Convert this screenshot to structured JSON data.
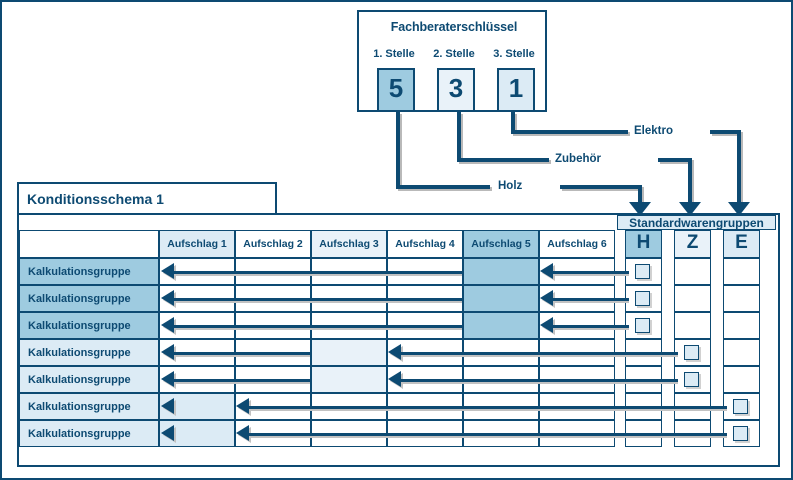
{
  "colors": {
    "ink": "#0d4a72",
    "mid_blue": "#9ecbe0",
    "pale_blue": "#dcebf5",
    "very_pale": "#e9f2f9",
    "white": "#ffffff"
  },
  "key_box": {
    "title": "Fachberaterschlüssel",
    "positions": [
      {
        "label": "1. Stelle",
        "digit": "5",
        "fill": "mid_blue"
      },
      {
        "label": "2. Stelle",
        "digit": "3",
        "fill": "very_pale"
      },
      {
        "label": "3. Stelle",
        "digit": "1",
        "fill": "pale_blue"
      }
    ]
  },
  "connectors": [
    {
      "label": "Elektro",
      "from_digit": "1",
      "to_column": "E"
    },
    {
      "label": "Zubehör",
      "from_digit": "3",
      "to_column": "Z"
    },
    {
      "label": "Holz",
      "from_digit": "5",
      "to_column": "H"
    }
  ],
  "table": {
    "title": "Konditionsschema 1",
    "group_header": "Standardwarengruppen",
    "surcharge_columns": [
      {
        "label": "Aufschlag 1",
        "fill": "pale_blue"
      },
      {
        "label": "Aufschlag 2",
        "fill": "white"
      },
      {
        "label": "Aufschlag 3",
        "fill": "very_pale"
      },
      {
        "label": "Aufschlag 4",
        "fill": "white"
      },
      {
        "label": "Aufschlag 5",
        "fill": "mid_blue"
      },
      {
        "label": "Aufschlag 6",
        "fill": "white"
      }
    ],
    "standard_columns": [
      {
        "label": "H",
        "fill": "mid_blue"
      },
      {
        "label": "Z",
        "fill": "very_pale"
      },
      {
        "label": "E",
        "fill": "pale_blue"
      }
    ],
    "rows": [
      {
        "label": "Kalkulationsgruppe",
        "row_fill": "mid_blue",
        "highlight_column": "Aufschlag 5",
        "checked_column": "H"
      },
      {
        "label": "Kalkulationsgruppe",
        "row_fill": "mid_blue",
        "highlight_column": "Aufschlag 5",
        "checked_column": "H"
      },
      {
        "label": "Kalkulationsgruppe",
        "row_fill": "mid_blue",
        "highlight_column": "Aufschlag 5",
        "checked_column": "H"
      },
      {
        "label": "Kalkulationsgruppe",
        "row_fill": "pale_blue",
        "highlight_column": "Aufschlag 3",
        "checked_column": "Z"
      },
      {
        "label": "Kalkulationsgruppe",
        "row_fill": "pale_blue",
        "highlight_column": "Aufschlag 3",
        "checked_column": "Z"
      },
      {
        "label": "Kalkulationsgruppe",
        "row_fill": "pale_blue",
        "highlight_column": "Aufschlag 1",
        "checked_column": "E"
      },
      {
        "label": "Kalkulationsgruppe",
        "row_fill": "pale_blue",
        "highlight_column": "Aufschlag 1",
        "checked_column": "E"
      }
    ]
  }
}
